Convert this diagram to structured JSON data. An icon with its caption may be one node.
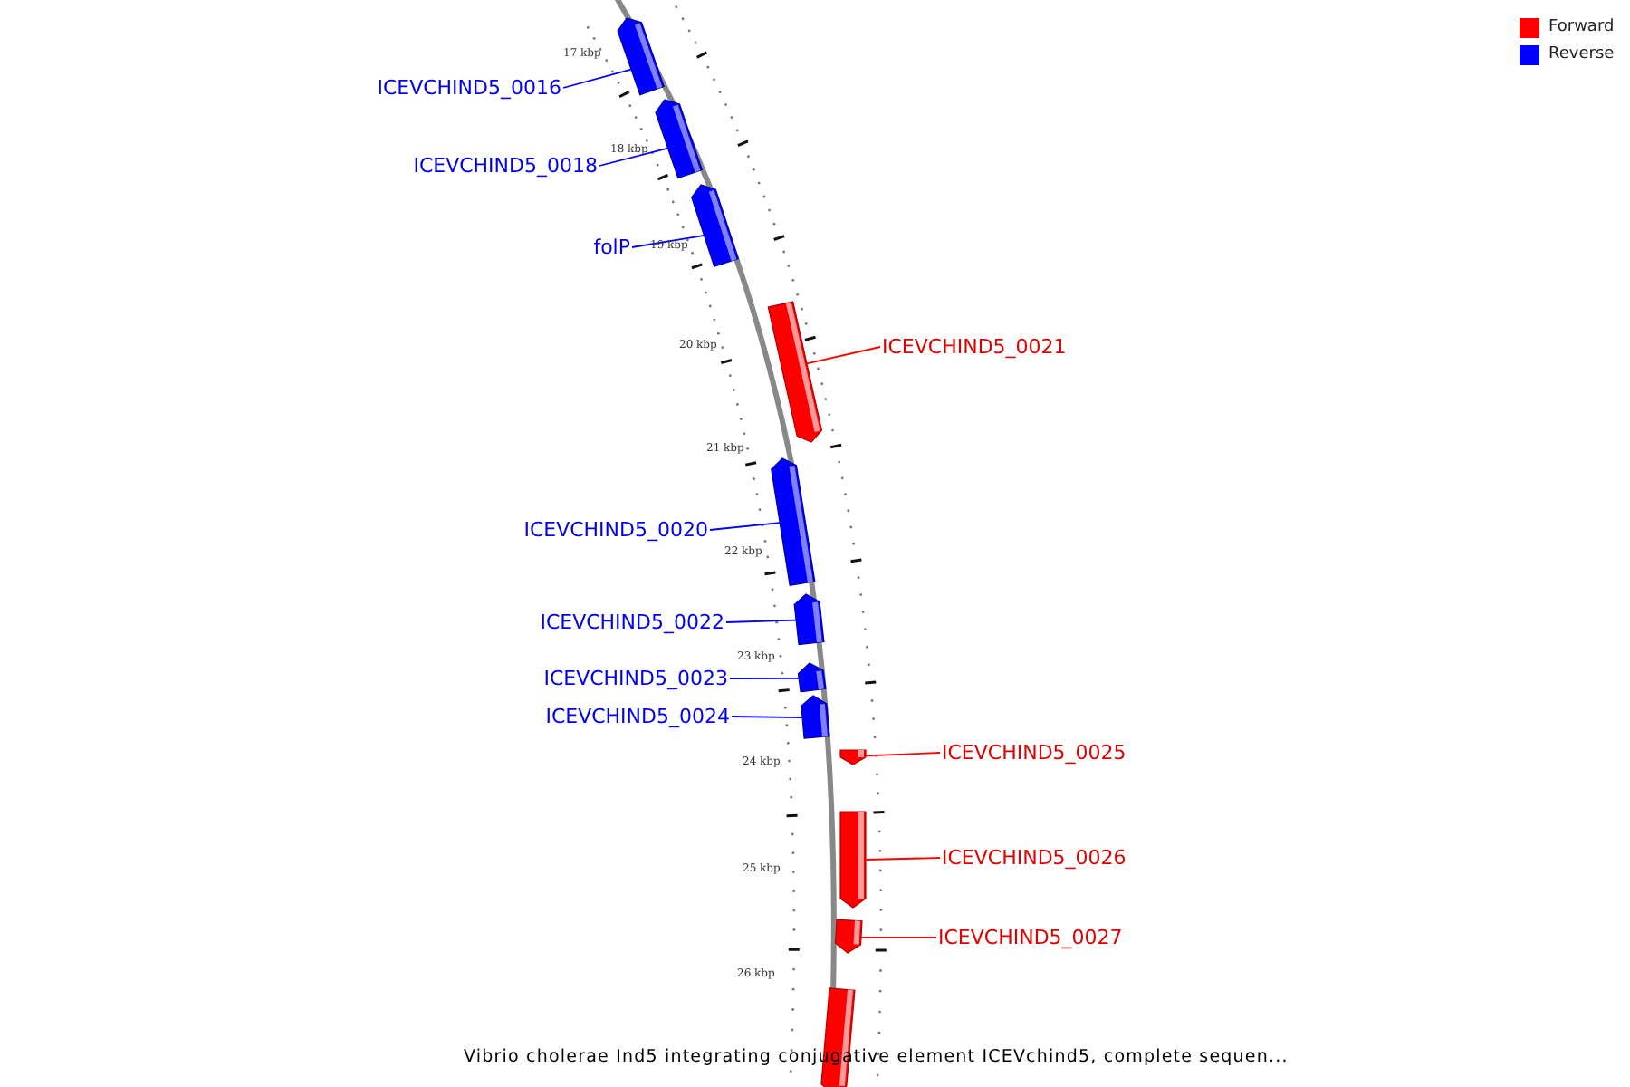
{
  "diagram": {
    "caption": "Vibrio cholerae Ind5 integrating conjugative element ICEVchind5, complete sequen...",
    "nodes": [
      {
        "text": [
          "ICEVCHIND5_0016"
        ]
      },
      {
        "text": [],
        "shape": "bar"
      },
      {
        "text": [
          "ICEVCHIND5_0018"
        ]
      },
      {
        "text": [],
        "shape": "bar"
      },
      {
        "text": [
          "folP"
        ]
      },
      {
        "text": [],
        "shape": "bar"
      },
      {
        "text": [
          "ICEVCHIND5_0021"
        ]
      },
      {
        "text": [],
        "shape": "bar"
      },
      {
        "text": [
          "ICEVCHIND5_0020"
        ]
      },
      {
        "text": [],
        "shape": "bar"
      },
      {
        "text": [
          "ICEVCHIND5_0022"
        ]
      },
      {
        "text": [],
        "shape": "bar"
      },
      {
        "text": [
          "ICEVCHIND5_0023"
        ]
      },
      {
        "text": [],
        "shape": "bar"
      },
      {
        "text": [
          "ICEVCHIND5_0024"
        ]
      },
      {
        "text": [],
        "shape": "bar"
      },
      {
        "text": [
          "ICEVCHIND5_0025"
        ]
      },
      {
        "text": [],
        "shape": "bar"
      },
      {
        "text": [
          "ICEVCHIND5_0026"
        ]
      },
      {
        "text": [],
        "shape": "bar"
      },
      {
        "text": [
          "ICEVCHIND5_0027"
        ]
      },
      {
        "text": [],
        "shape": "bar"
      },
      {
        "text": [],
        "shape": "bar"
      }
    ],
    "edges": [
      {
        "from": 0,
        "to": 1,
        "arrow": "none"
      },
      {
        "from": 2,
        "to": 3,
        "arrow": "none"
      },
      {
        "from": 4,
        "to": 5,
        "arrow": "none"
      },
      {
        "from": 6,
        "to": 7,
        "arrow": "none",
        "color": "#ff0000"
      },
      {
        "from": 8,
        "to": 9,
        "arrow": "none"
      },
      {
        "from": 10,
        "to": 11,
        "arrow": "none"
      },
      {
        "from": 12,
        "to": 13,
        "arrow": "none"
      },
      {
        "from": 14,
        "to": 15,
        "arrow": "none"
      },
      {
        "from": 16,
        "to": 17,
        "arrow": "none",
        "color": "#ff0000"
      },
      {
        "from": 18,
        "to": 19,
        "arrow": "none",
        "color": "#ff0000"
      },
      {
        "from": 20,
        "to": 21,
        "arrow": "none",
        "color": "#ff0000"
      }
    ],
    "labels": [
      "17 kbp",
      "18 kbp",
      "19 kbp",
      "20 kbp",
      "21 kbp",
      "22 kbp",
      "23 kbp",
      "24 kbp",
      "25 kbp",
      "26 kbp"
    ],
    "legend": [
      {
        "text": "Forward",
        "color": "#ff0000"
      },
      {
        "text": "Reverse",
        "color": "#0000ff"
      }
    ]
  }
}
